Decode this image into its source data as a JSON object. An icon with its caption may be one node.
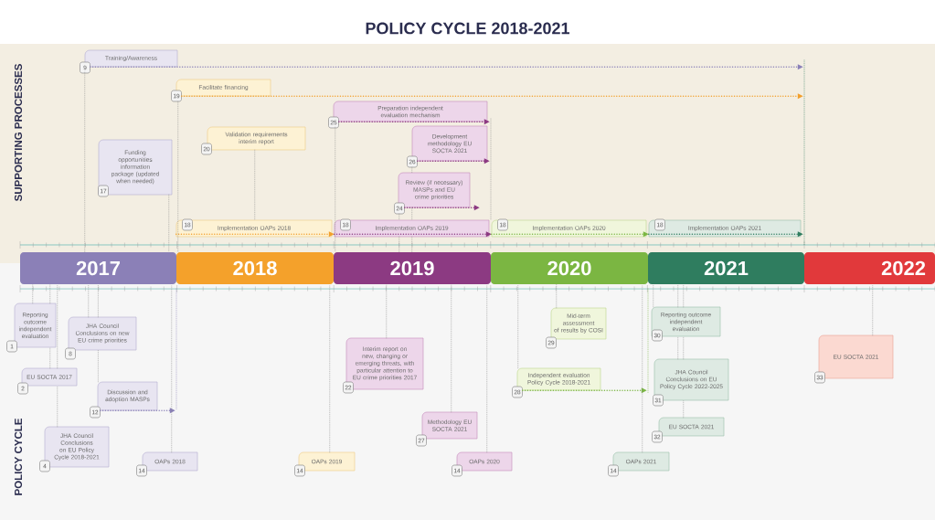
{
  "diagram": {
    "title": "POLICY CYCLE 2018-2021",
    "nodes": [
      {
        "text": [
          "SUPPORTING PROCESSES"
        ]
      },
      {
        "text": [
          "POLICY CYCLE"
        ]
      },
      {
        "text": [
          "Training/Awareness",
          "9"
        ],
        "in": 0
      },
      {
        "text": [
          "Funding opportunities information package (updated when needed)",
          "17"
        ],
        "in": 0
      },
      {
        "text": [
          "Facilitate financing",
          "19"
        ],
        "in": 0
      },
      {
        "text": [
          "Validation requirements interim report",
          "20"
        ],
        "in": 0
      },
      {
        "text": [
          "18",
          "Implementation OAPs 2018"
        ],
        "in": 0
      },
      {
        "text": [
          "Preparation independent evaluation mechanism",
          "25"
        ],
        "in": 0
      },
      {
        "text": [
          "18",
          "Implementation OAPs 2019"
        ],
        "in": 0
      },
      {
        "text": [
          "Review (if necessary) MASPs and EU crime priorities",
          "24"
        ],
        "in": 0
      },
      {
        "text": [
          "Development methodology EU SOCTA 2021",
          "26"
        ],
        "in": 0
      },
      {
        "text": [
          "18",
          "Implementation OAPs 2020"
        ],
        "in": 0
      },
      {
        "text": [
          "18",
          "Implementation OAPs 2021"
        ],
        "in": 0
      },
      {
        "text": [
          "2017"
        ]
      },
      {
        "text": [
          "2018"
        ]
      },
      {
        "text": [
          "2019"
        ]
      },
      {
        "text": [
          "2020"
        ]
      },
      {
        "text": [
          "2021"
        ]
      },
      {
        "text": [
          "2022"
        ]
      },
      {
        "text": [
          "Reporting outcome independent evaluation",
          "1"
        ],
        "in": 1
      },
      {
        "text": [
          "EU SOCTA 2017",
          "2"
        ],
        "in": 1
      },
      {
        "text": [
          "JHA Council Conclusions on EU Policy Cycle 2018-2021",
          "4"
        ],
        "in": 1
      },
      {
        "text": [
          "JHA Council Conclusions on new EU crime priorities",
          "8"
        ],
        "in": 1
      },
      {
        "text": [
          "Discussion and adoption MASPs",
          "12"
        ],
        "in": 1
      },
      {
        "text": [
          "OAPs 2018",
          "14"
        ],
        "in": 1
      },
      {
        "text": [
          "OAPs 2019",
          "14"
        ],
        "in": 1
      },
      {
        "text": [
          "Interim report on new, changing or emerging threats, with particular attention to EU crime priorities 2017",
          "22"
        ],
        "in": 1
      },
      {
        "text": [
          "Methodology EU SOCTA 2021",
          "27"
        ],
        "in": 1
      },
      {
        "text": [
          "OAPs 2020",
          "14"
        ],
        "in": 1
      },
      {
        "text": [
          "Independent evaluation Policy Cycle 2018-2021",
          "28"
        ],
        "in": 1
      },
      {
        "text": [
          "Mid-term assessment of results by COSI",
          "29"
        ],
        "in": 1
      },
      {
        "text": [
          "OAPs 2021",
          "14"
        ],
        "in": 1
      },
      {
        "text": [
          "Reporting outcome independent evaluation",
          "30"
        ],
        "in": 1
      },
      {
        "text": [
          "JHA Council Conclusions on EU Policy Cycle 2022-2025",
          "31"
        ],
        "in": 1
      },
      {
        "text": [
          "EU SOCTA 2021",
          "32"
        ],
        "in": 1
      },
      {
        "text": [
          "EU SOCTA 2021",
          "33"
        ],
        "in": 1
      },
      {
        "text": [],
        "shape": "bar",
        "in": 1
      },
      {
        "text": [],
        "shape": "bar",
        "in": 0
      },
      {
        "text": [],
        "shape": "bar",
        "in": 1
      },
      {
        "text": [],
        "shape": "bar",
        "in": 0
      }
    ],
    "edges": [
      {
        "from": 2,
        "to": 39,
        "arrow": "to",
        "style": "dashed",
        "color": "#8a80b8"
      },
      {
        "from": 4,
        "to": 39,
        "arrow": "to",
        "style": "dashed",
        "color": "#f2a02c"
      },
      {
        "from": 7,
        "to": 37,
        "arrow": "to",
        "style": "dashed",
        "color": "#8c3a82"
      },
      {
        "from": 10,
        "to": 37,
        "arrow": "to",
        "style": "dashed",
        "color": "#8c3a82"
      },
      {
        "from": 9,
        "to": null,
        "arrow": "to",
        "style": "dashed",
        "color": "#8c3a82"
      },
      {
        "from": 6,
        "to": 8,
        "arrow": "to",
        "style": "dashed",
        "color": "#f2a02c"
      },
      {
        "from": 8,
        "to": 11,
        "arrow": "to",
        "style": "dashed",
        "color": "#8c3a82"
      },
      {
        "from": 11,
        "to": 12,
        "arrow": "to",
        "style": "dashed",
        "color": "#7ab642"
      },
      {
        "from": 12,
        "to": 39,
        "arrow": "to",
        "style": "dashed",
        "color": "#2f7d5f"
      },
      {
        "from": 23,
        "to": 36,
        "arrow": "to",
        "style": "dashed",
        "color": "#8a80b8"
      },
      {
        "from": 29,
        "to": 38,
        "arrow": "to",
        "style": "dashed",
        "color": "#7ab642"
      },
      {
        "from": 2,
        "to": 13,
        "arrow": "none"
      },
      {
        "from": 3,
        "to": 13,
        "arrow": "none"
      },
      {
        "from": 4,
        "to": 14,
        "arrow": "none"
      },
      {
        "from": 5,
        "to": 6,
        "arrow": "none"
      },
      {
        "from": 7,
        "to": 15,
        "arrow": "none"
      },
      {
        "from": 10,
        "to": 9,
        "arrow": "none"
      },
      {
        "from": 9,
        "to": 8,
        "arrow": "none"
      },
      {
        "from": 9,
        "to": 8,
        "arrow": "none"
      },
      {
        "from": 8,
        "to": 15,
        "arrow": "none"
      },
      {
        "from": 8,
        "to": 15,
        "arrow": "none"
      },
      {
        "from": 19,
        "to": 13,
        "arrow": "none"
      },
      {
        "from": 20,
        "to": 19,
        "arrow": "none"
      },
      {
        "from": 19,
        "to": 13,
        "arrow": "none"
      },
      {
        "from": 21,
        "to": 20,
        "arrow": "none"
      },
      {
        "from": 20,
        "to": 13,
        "arrow": "none"
      },
      {
        "from": 22,
        "to": 13,
        "arrow": "none"
      },
      {
        "from": 23,
        "to": 22,
        "arrow": "none"
      },
      {
        "from": 22,
        "to": 13,
        "arrow": "none"
      },
      {
        "from": 24,
        "to": 13,
        "arrow": "none"
      },
      {
        "from": 25,
        "to": 14,
        "arrow": "none"
      },
      {
        "from": 26,
        "to": 15,
        "arrow": "none"
      },
      {
        "from": 27,
        "to": 15,
        "arrow": "none"
      },
      {
        "from": 28,
        "to": 15,
        "arrow": "none"
      },
      {
        "from": 29,
        "to": 16,
        "arrow": "none"
      },
      {
        "from": 30,
        "to": 16,
        "arrow": "none"
      },
      {
        "from": 31,
        "to": 16,
        "arrow": "none"
      },
      {
        "from": 32,
        "to": 17,
        "arrow": "none"
      },
      {
        "from": 33,
        "to": 32,
        "arrow": "none"
      },
      {
        "from": 32,
        "to": 17,
        "arrow": "none"
      },
      {
        "from": 34,
        "to": 33,
        "arrow": "none"
      },
      {
        "from": 33,
        "to": 32,
        "arrow": "none"
      },
      {
        "from": 32,
        "to": 17,
        "arrow": "none"
      },
      {
        "from": 35,
        "to": 18,
        "arrow": "none"
      }
    ]
  }
}
